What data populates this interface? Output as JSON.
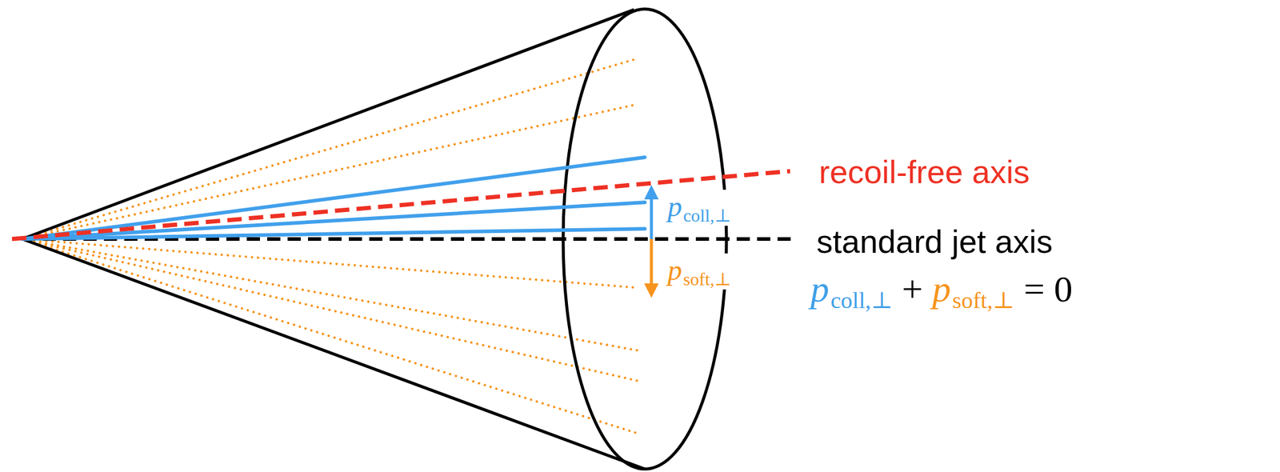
{
  "diagram": {
    "labels": [
      "recoil-free axis",
      "standard jet axis",
      "p",
      "coll,⊥",
      "p",
      "soft,⊥",
      "p",
      "coll,⊥",
      "+",
      "p",
      "soft,⊥",
      "=",
      "0"
    ]
  }
}
